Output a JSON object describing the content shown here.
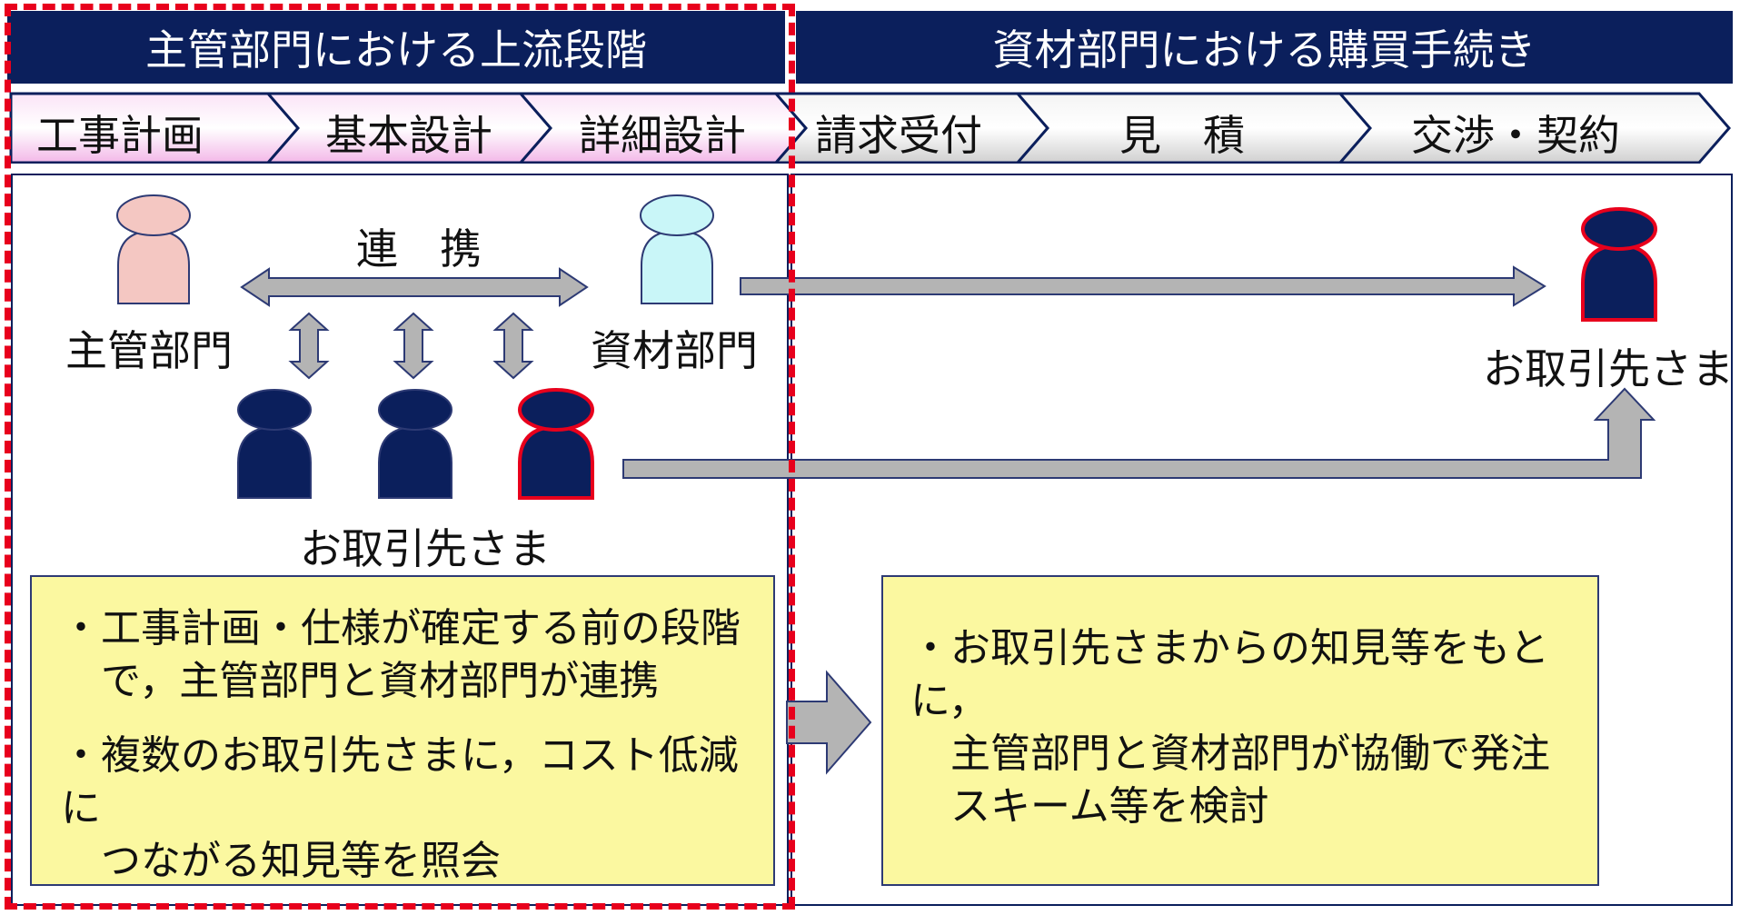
{
  "headers": {
    "left": "主管部門における上流段階",
    "right": "資材部門における購買手続き"
  },
  "steps": [
    "工事計画",
    "基本設計",
    "詳細設計",
    "請求受付",
    "見　積",
    "交渉・契約"
  ],
  "diagram": {
    "collaboration_label": "連　携",
    "dept_main": "主管部門",
    "dept_materials": "資材部門",
    "partners_label": "お取引先さま",
    "partner_right_label": "お取引先さま"
  },
  "notes": {
    "left": {
      "item1_line1": "・工事計画・仕様が確定する前の段階",
      "item1_line2": "　で，主管部門と資材部門が連携",
      "item2_line1": "・複数のお取引先さまに，コスト低減に",
      "item2_line2": "　つながる知見等を照会"
    },
    "right": {
      "line1": "・お取引先さまからの知見等をもとに，",
      "line2": "　主管部門と資材部門が協働で発注",
      "line3": "　スキーム等を検討"
    }
  },
  "colors": {
    "navy": "#0b1f5c",
    "pink_step": "#f9d9f3",
    "gray_step": "#e6e6e6",
    "highlight": "#e8001c",
    "note_fill": "#fbf8a0",
    "person_pink": "#f4c7c2",
    "person_cyan": "#c9f6f8",
    "arrow_gray": "#b4b4b4"
  }
}
